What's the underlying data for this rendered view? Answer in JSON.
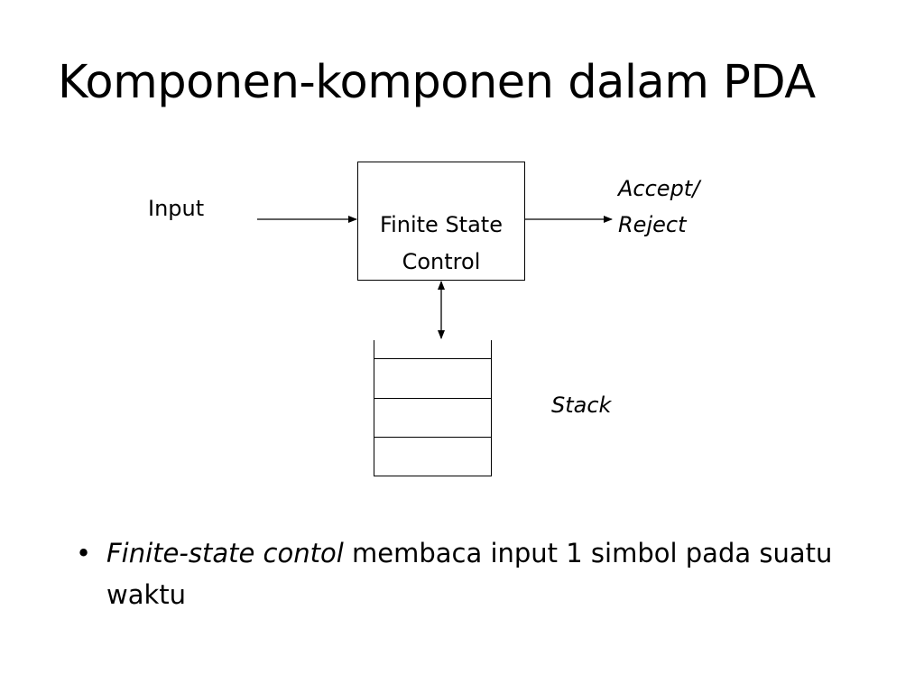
{
  "slide": {
    "title": "Komponen-komponen dalam PDA"
  },
  "diagram": {
    "input_label": "Input",
    "control_line1": "Finite State",
    "control_line2": "Control",
    "output_line1": "Accept/",
    "output_line2": "Reject",
    "stack_label": "Stack"
  },
  "bullets": [
    {
      "marker": "•",
      "italic_text": "Finite-state contol",
      "text": " membaca input 1 simbol pada suatu waktu"
    }
  ]
}
